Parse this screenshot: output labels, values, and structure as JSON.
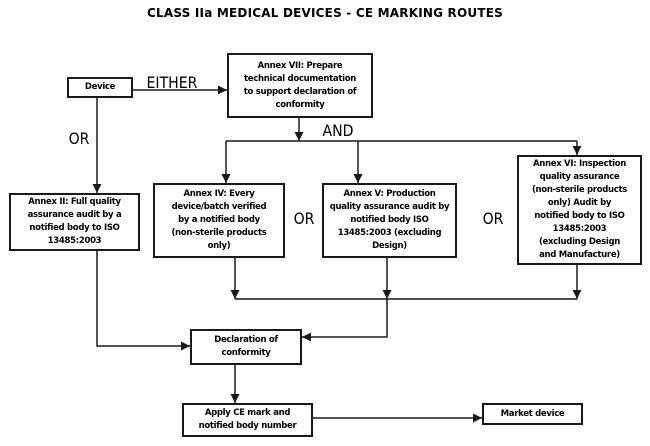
{
  "title": "CLASS IIa MEDICAL DEVICES - CE MARKING ROUTES",
  "nodes": {
    "device": {
      "label": "Device"
    },
    "annex_vii": {
      "label": "Annex VII: Prepare\ntechnical documentation\nto support declaration of\nconformity"
    },
    "annex_ii": {
      "label": "Annex II: Full quality\nassurance audit by a\nnotified body to ISO\n13485:2003"
    },
    "annex_iv": {
      "label": "Annex IV: Every\ndevice/batch verified\nby a notified body\n(non-sterile products\nonly)"
    },
    "annex_v": {
      "label": "Annex V: Production\nquality assurance audit by\nnotified body ISO\n13485:2003 (excluding\nDesign)"
    },
    "annex_vi": {
      "label": "Annex VI: Inspection\nquality assurance\n(non-sterile products\nonly) Audit by\nnotified body to ISO\n13485:2003\n(excluding Design\nand Manufacture)"
    },
    "declaration": {
      "label": "Declaration of\nconformity"
    },
    "apply_ce": {
      "label": "Apply CE mark and\nnotified body number"
    },
    "market": {
      "label": "Market device"
    }
  },
  "edge_labels": {
    "either": "EITHER",
    "or_left": "OR",
    "and": "AND",
    "or_middle": "OR",
    "or_right": "OR"
  },
  "colors": {
    "background": "#ffffff",
    "line": "#1a1a1a",
    "box_border": "#1a1a1a",
    "text": "#000000"
  }
}
